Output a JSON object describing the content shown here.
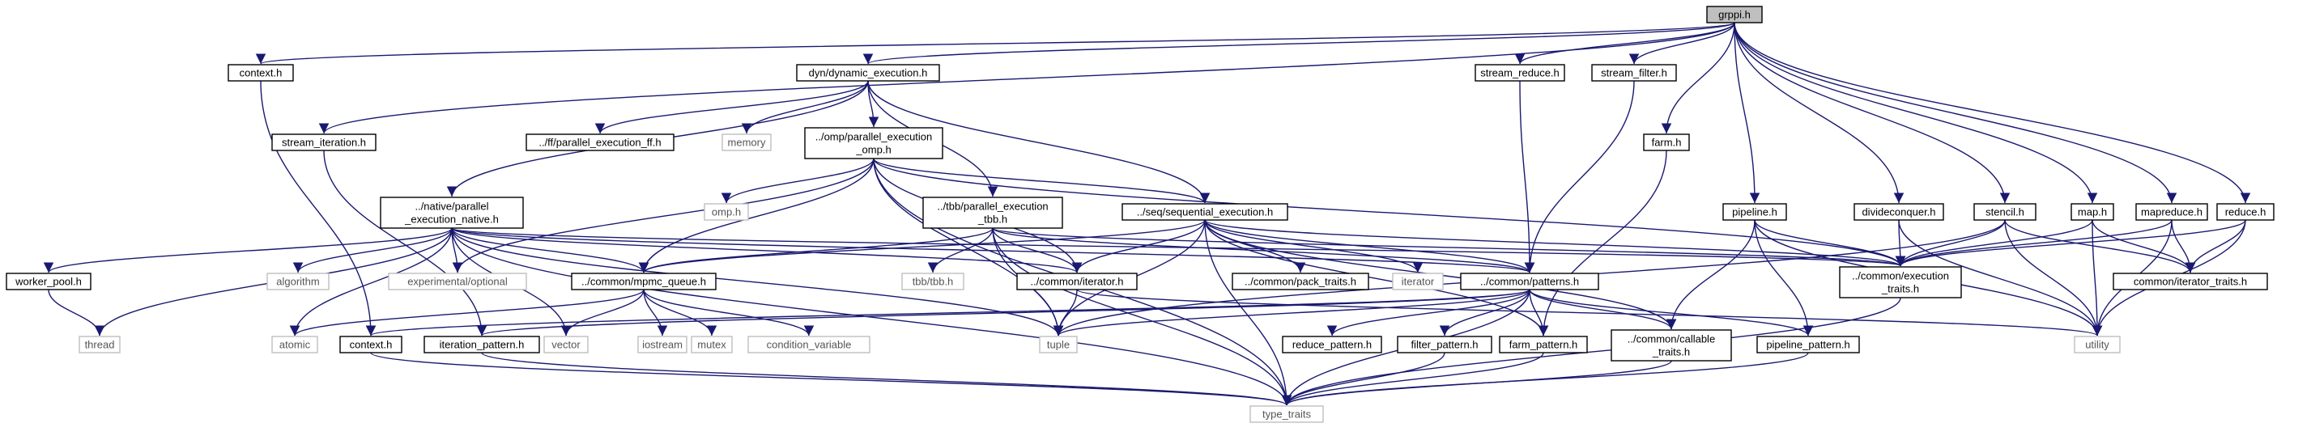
{
  "diagram": {
    "style": {
      "edge_color": "#191970",
      "header_fill": "#bfbfbf",
      "node_fill": "#ffffff",
      "node_border": "#000000",
      "system_border": "#bfbfbf",
      "system_text": "#555555",
      "text_color": "#000000"
    },
    "nodes": [
      {
        "id": "grppi",
        "lines": [
          "grppi.h"
        ],
        "kind": "header"
      },
      {
        "id": "context_top",
        "lines": [
          "context.h"
        ],
        "kind": "local"
      },
      {
        "id": "dyn",
        "lines": [
          "dyn/dynamic_execution.h"
        ],
        "kind": "local"
      },
      {
        "id": "stream_reduce",
        "lines": [
          "stream_reduce.h"
        ],
        "kind": "local"
      },
      {
        "id": "stream_filter",
        "lines": [
          "stream_filter.h"
        ],
        "kind": "local"
      },
      {
        "id": "stream_iteration",
        "lines": [
          "stream_iteration.h"
        ],
        "kind": "local"
      },
      {
        "id": "ff",
        "lines": [
          "../ff/parallel_execution_ff.h"
        ],
        "kind": "local"
      },
      {
        "id": "memory",
        "lines": [
          "memory"
        ],
        "kind": "system"
      },
      {
        "id": "omp",
        "lines": [
          "../omp/parallel_execution",
          "_omp.h"
        ],
        "kind": "local"
      },
      {
        "id": "farm",
        "lines": [
          "farm.h"
        ],
        "kind": "local"
      },
      {
        "id": "native",
        "lines": [
          "../native/parallel",
          "_execution_native.h"
        ],
        "kind": "local"
      },
      {
        "id": "omp_sys",
        "lines": [
          "omp.h"
        ],
        "kind": "system"
      },
      {
        "id": "tbb",
        "lines": [
          "../tbb/parallel_execution",
          "_tbb.h"
        ],
        "kind": "local"
      },
      {
        "id": "seq",
        "lines": [
          "../seq/sequential_execution.h"
        ],
        "kind": "local"
      },
      {
        "id": "pipeline",
        "lines": [
          "pipeline.h"
        ],
        "kind": "local"
      },
      {
        "id": "divideconquer",
        "lines": [
          "divideconquer.h"
        ],
        "kind": "local"
      },
      {
        "id": "stencil",
        "lines": [
          "stencil.h"
        ],
        "kind": "local"
      },
      {
        "id": "map",
        "lines": [
          "map.h"
        ],
        "kind": "local"
      },
      {
        "id": "mapreduce",
        "lines": [
          "mapreduce.h"
        ],
        "kind": "local"
      },
      {
        "id": "reduce",
        "lines": [
          "reduce.h"
        ],
        "kind": "local"
      },
      {
        "id": "worker_pool",
        "lines": [
          "worker_pool.h"
        ],
        "kind": "local"
      },
      {
        "id": "algorithm",
        "lines": [
          "algorithm"
        ],
        "kind": "system"
      },
      {
        "id": "optional",
        "lines": [
          "experimental/optional"
        ],
        "kind": "system"
      },
      {
        "id": "mpmc",
        "lines": [
          "../common/mpmc_queue.h"
        ],
        "kind": "local"
      },
      {
        "id": "tbb_sys",
        "lines": [
          "tbb/tbb.h"
        ],
        "kind": "system"
      },
      {
        "id": "iterator_h",
        "lines": [
          "../common/iterator.h"
        ],
        "kind": "local"
      },
      {
        "id": "pack_traits",
        "lines": [
          "../common/pack_traits.h"
        ],
        "kind": "local"
      },
      {
        "id": "iterator_sys",
        "lines": [
          "iterator"
        ],
        "kind": "system"
      },
      {
        "id": "patterns",
        "lines": [
          "../common/patterns.h"
        ],
        "kind": "local"
      },
      {
        "id": "exec_traits",
        "lines": [
          "../common/execution",
          "_traits.h"
        ],
        "kind": "local"
      },
      {
        "id": "iter_traits",
        "lines": [
          "common/iterator_traits.h"
        ],
        "kind": "local"
      },
      {
        "id": "thread",
        "lines": [
          "thread"
        ],
        "kind": "system"
      },
      {
        "id": "atomic",
        "lines": [
          "atomic"
        ],
        "kind": "system"
      },
      {
        "id": "context_common",
        "lines": [
          "context.h"
        ],
        "kind": "local"
      },
      {
        "id": "iteration_pattern",
        "lines": [
          "iteration_pattern.h"
        ],
        "kind": "local"
      },
      {
        "id": "vector",
        "lines": [
          "vector"
        ],
        "kind": "system"
      },
      {
        "id": "iostream",
        "lines": [
          "iostream"
        ],
        "kind": "system"
      },
      {
        "id": "mutex",
        "lines": [
          "mutex"
        ],
        "kind": "system"
      },
      {
        "id": "condvar",
        "lines": [
          "condition_variable"
        ],
        "kind": "system"
      },
      {
        "id": "tuple",
        "lines": [
          "tuple"
        ],
        "kind": "system"
      },
      {
        "id": "reduce_pattern",
        "lines": [
          "reduce_pattern.h"
        ],
        "kind": "local"
      },
      {
        "id": "filter_pattern",
        "lines": [
          "filter_pattern.h"
        ],
        "kind": "local"
      },
      {
        "id": "farm_pattern",
        "lines": [
          "farm_pattern.h"
        ],
        "kind": "local"
      },
      {
        "id": "callable",
        "lines": [
          "../common/callable",
          "_traits.h"
        ],
        "kind": "local"
      },
      {
        "id": "pipeline_pattern",
        "lines": [
          "pipeline_pattern.h"
        ],
        "kind": "local"
      },
      {
        "id": "utility",
        "lines": [
          "utility"
        ],
        "kind": "system"
      },
      {
        "id": "type_traits",
        "lines": [
          "type_traits"
        ],
        "kind": "system"
      }
    ],
    "edges": [
      [
        "grppi",
        "context_top"
      ],
      [
        "grppi",
        "dyn"
      ],
      [
        "grppi",
        "stream_iteration"
      ],
      [
        "grppi",
        "stream_reduce"
      ],
      [
        "grppi",
        "stream_filter"
      ],
      [
        "grppi",
        "farm"
      ],
      [
        "grppi",
        "pipeline"
      ],
      [
        "grppi",
        "divideconquer"
      ],
      [
        "grppi",
        "stencil"
      ],
      [
        "grppi",
        "map"
      ],
      [
        "grppi",
        "mapreduce"
      ],
      [
        "grppi",
        "reduce"
      ],
      [
        "context_top",
        "context_common"
      ],
      [
        "dyn",
        "ff"
      ],
      [
        "dyn",
        "memory"
      ],
      [
        "dyn",
        "omp"
      ],
      [
        "dyn",
        "native"
      ],
      [
        "dyn",
        "tbb"
      ],
      [
        "dyn",
        "seq"
      ],
      [
        "stream_iteration",
        "iteration_pattern"
      ],
      [
        "stream_reduce",
        "patterns"
      ],
      [
        "stream_filter",
        "patterns"
      ],
      [
        "farm",
        "farm_pattern"
      ],
      [
        "omp",
        "omp_sys"
      ],
      [
        "omp",
        "optional"
      ],
      [
        "omp",
        "mpmc"
      ],
      [
        "omp",
        "iterator_h"
      ],
      [
        "omp",
        "seq"
      ],
      [
        "omp",
        "exec_traits"
      ],
      [
        "omp",
        "tuple"
      ],
      [
        "omp",
        "type_traits"
      ],
      [
        "native",
        "worker_pool"
      ],
      [
        "native",
        "thread"
      ],
      [
        "native",
        "algorithm"
      ],
      [
        "native",
        "optional"
      ],
      [
        "native",
        "atomic"
      ],
      [
        "native",
        "mpmc"
      ],
      [
        "native",
        "vector"
      ],
      [
        "native",
        "iterator_h"
      ],
      [
        "native",
        "exec_traits"
      ],
      [
        "native",
        "patterns"
      ],
      [
        "native",
        "tuple"
      ],
      [
        "native",
        "type_traits"
      ],
      [
        "tbb",
        "tbb_sys"
      ],
      [
        "tbb",
        "mpmc"
      ],
      [
        "tbb",
        "iterator_h"
      ],
      [
        "tbb",
        "exec_traits"
      ],
      [
        "tbb",
        "patterns"
      ],
      [
        "tbb",
        "tuple"
      ],
      [
        "tbb",
        "type_traits"
      ],
      [
        "seq",
        "iterator_h"
      ],
      [
        "seq",
        "pack_traits"
      ],
      [
        "seq",
        "iterator_sys"
      ],
      [
        "seq",
        "patterns"
      ],
      [
        "seq",
        "mpmc"
      ],
      [
        "seq",
        "tuple"
      ],
      [
        "seq",
        "type_traits"
      ],
      [
        "seq",
        "callable"
      ],
      [
        "seq",
        "farm_pattern"
      ],
      [
        "seq",
        "exec_traits"
      ],
      [
        "worker_pool",
        "thread"
      ],
      [
        "mpmc",
        "atomic"
      ],
      [
        "mpmc",
        "vector"
      ],
      [
        "mpmc",
        "iostream"
      ],
      [
        "mpmc",
        "mutex"
      ],
      [
        "mpmc",
        "condvar"
      ],
      [
        "iterator_h",
        "tuple"
      ],
      [
        "iterator_h",
        "utility"
      ],
      [
        "patterns",
        "context_common"
      ],
      [
        "patterns",
        "iteration_pattern"
      ],
      [
        "patterns",
        "tuple"
      ],
      [
        "patterns",
        "reduce_pattern"
      ],
      [
        "patterns",
        "filter_pattern"
      ],
      [
        "patterns",
        "farm_pattern"
      ],
      [
        "patterns",
        "callable"
      ],
      [
        "patterns",
        "pipeline_pattern"
      ],
      [
        "patterns",
        "type_traits"
      ],
      [
        "pipeline",
        "exec_traits"
      ],
      [
        "pipeline",
        "pipeline_pattern"
      ],
      [
        "pipeline",
        "callable"
      ],
      [
        "pipeline",
        "utility"
      ],
      [
        "divideconquer",
        "exec_traits"
      ],
      [
        "divideconquer",
        "utility"
      ],
      [
        "stencil",
        "exec_traits"
      ],
      [
        "stencil",
        "iter_traits"
      ],
      [
        "stencil",
        "utility"
      ],
      [
        "stencil",
        "tuple"
      ],
      [
        "map",
        "exec_traits"
      ],
      [
        "map",
        "iter_traits"
      ],
      [
        "map",
        "utility"
      ],
      [
        "mapreduce",
        "exec_traits"
      ],
      [
        "mapreduce",
        "iter_traits"
      ],
      [
        "mapreduce",
        "utility"
      ],
      [
        "reduce",
        "exec_traits"
      ],
      [
        "reduce",
        "iter_traits"
      ],
      [
        "reduce",
        "utility"
      ],
      [
        "exec_traits",
        "type_traits"
      ],
      [
        "context_common",
        "type_traits"
      ],
      [
        "iteration_pattern",
        "type_traits"
      ],
      [
        "filter_pattern",
        "type_traits"
      ],
      [
        "farm_pattern",
        "type_traits"
      ],
      [
        "callable",
        "type_traits"
      ],
      [
        "pipeline_pattern",
        "type_traits"
      ]
    ]
  }
}
